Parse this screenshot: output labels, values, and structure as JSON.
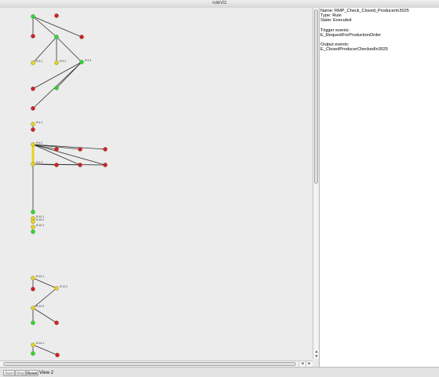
{
  "window": {
    "title": "ruleViz"
  },
  "info_panel": {
    "name": "Name: RMP_Check_Closed_ProducerIn3025",
    "type": "Type: Rule",
    "state": "State: Executed",
    "trigger_heading": "Trigger events:",
    "trigger_events": [
      "E_RequestForProductionOrder"
    ],
    "output_heading": "Output events:",
    "output_events": [
      "E_ClosedProducerCheckedIn3025"
    ]
  },
  "bottom_bar": {
    "buttons": [
      {
        "label": "Start",
        "enabled": false
      },
      {
        "label": "Step",
        "enabled": false
      },
      {
        "label": "Reset",
        "enabled": true
      }
    ],
    "view_label": "View 2"
  },
  "scroll_arrows": {
    "up": "▲",
    "down": "▼",
    "left": "◄",
    "right": "►"
  },
  "colors": {
    "green": "#2fd82f",
    "red": "#d32020",
    "yellow": "#e8d21e",
    "edge": "#333333"
  },
  "graph": {
    "labels": [
      "R:3.1",
      "R:3.2",
      "R:3.3",
      "R:4.1",
      "R:4.2",
      "R:4.3",
      "R:10.1",
      "R:10.2",
      "R:10.3",
      "R:12.1",
      "R:12.2",
      "R:12.3",
      "R:14.1"
    ]
  }
}
